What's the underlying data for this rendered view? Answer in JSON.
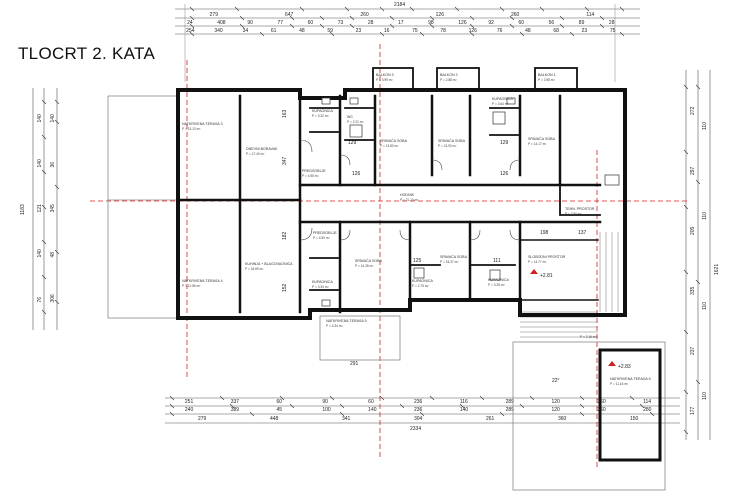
{
  "title": "TLOCRT 2. KATA",
  "rooms": [
    {
      "id": "terasa3",
      "name": "NATKRIVENA TERASA 3",
      "area": "P = 13.13 m²"
    },
    {
      "id": "dnevni",
      "name": "DNEVNI BORAVAK",
      "area": "P = 17.40 m²"
    },
    {
      "id": "kup1",
      "name": "KUPAONICA",
      "area": "P = 3.32 m²"
    },
    {
      "id": "predsoblje1",
      "name": "PREDSOBLJE",
      "area": "P = 4.95 m²"
    },
    {
      "id": "balkon3",
      "name": "BALKON 3",
      "area": "P = 3.99 m²"
    },
    {
      "id": "wc1",
      "name": "WC",
      "area": "P = 2.21 m²"
    },
    {
      "id": "spav1",
      "name": "SPAVAĆA SOBA",
      "area": "P = 13.83 m²"
    },
    {
      "id": "balkon2",
      "name": "BALKON 2",
      "area": "P = 2.88 m²"
    },
    {
      "id": "spav2",
      "name": "SPAVAĆA SOBA",
      "area": "P = 13.93 m²"
    },
    {
      "id": "kup2",
      "name": "KUPAONICA",
      "area": "P = 3.64 m²"
    },
    {
      "id": "balkon1",
      "name": "BALKON 1",
      "area": "P = 3.98 m²"
    },
    {
      "id": "spav3",
      "name": "SPAVAĆA SOBA",
      "area": "P = 14.17 m²"
    },
    {
      "id": "hodnik",
      "name": "HODNIK",
      "area": "P = 21.10 m²"
    },
    {
      "id": "tehn",
      "name": "TEHN. PROSTOR",
      "area": "P = 2.90 m²"
    },
    {
      "id": "terasa4",
      "name": "NATKRIVENA TERASA 4",
      "area": "P = 12.56 m²"
    },
    {
      "id": "kuhinja",
      "name": "KUHINJA + BLAGOVAONICA",
      "area": "P = 18.69 m²"
    },
    {
      "id": "predsoblje2",
      "name": "PREDSOBLJE",
      "area": "P = 4.50 m²"
    },
    {
      "id": "kup3",
      "name": "KUPAONICA",
      "area": "P = 3.34 m²"
    },
    {
      "id": "spav4",
      "name": "SPAVAĆA SOBA",
      "area": "P = 14.28 m²"
    },
    {
      "id": "kup4",
      "name": "KUPAONICA",
      "area": "P = 2.75 m²"
    },
    {
      "id": "spav5",
      "name": "SPAVAĆA SOBA",
      "area": "P = 15.37 m²"
    },
    {
      "id": "kup5",
      "name": "KUPAONICA",
      "area": "P = 3.25 m²"
    },
    {
      "id": "slobodni",
      "name": "SLOBODNI PROSTOR",
      "area": "P = 14.77 m²"
    },
    {
      "id": "terasa5",
      "name": "NATKRIVENA TERASA 5",
      "area": "P = 4.34 m²"
    },
    {
      "id": "terasa6",
      "name": "NATKRIVENA TERASA 6",
      "area": "P = 11.16 m²"
    },
    {
      "id": "stube",
      "name": "",
      "area": "P = 2.16 m²"
    }
  ],
  "levels": [
    "+2.81",
    "+2.83"
  ],
  "stair_angle": "22°",
  "dims": {
    "top_total": "2184",
    "top_r1": [
      "279",
      "647",
      "260",
      "126",
      "260",
      "114"
    ],
    "top_r2": [
      "24",
      "408",
      "90",
      "77",
      "60",
      "73",
      "28",
      "17",
      "98",
      "126",
      "92",
      "60",
      "56",
      "89",
      "28"
    ],
    "top_r3": [
      "254",
      "340",
      "34",
      "61",
      "48",
      "59",
      "23",
      "16",
      "75",
      "78",
      "126",
      "76",
      "48",
      "68",
      "23",
      "75"
    ],
    "left_total": "1183",
    "left_col1": [
      "140",
      "140",
      "121",
      "140",
      "76"
    ],
    "left_col2": [
      "140",
      "36",
      "345",
      "48",
      "306"
    ],
    "right_col1": [
      "272",
      "297",
      "205",
      "335",
      "237",
      "177"
    ],
    "right_col2": [
      "110",
      "110",
      "110",
      "110"
    ],
    "right_total": "1621",
    "bot_r1": [
      "251",
      "337",
      "60",
      "90",
      "60",
      "236",
      "116",
      "289",
      "120",
      "360",
      "114"
    ],
    "bot_r2": [
      "240",
      "389",
      "45",
      "100",
      "140",
      "236",
      "140",
      "289",
      "120",
      "360",
      "280"
    ],
    "bot_r3": [
      "279",
      "448",
      "341",
      "304",
      "261",
      "360",
      "150"
    ],
    "bot_total": "2334",
    "inner": [
      "163",
      "347",
      "182",
      "152",
      "129",
      "126",
      "129",
      "126",
      "198",
      "137",
      "291",
      "125",
      "111"
    ]
  }
}
